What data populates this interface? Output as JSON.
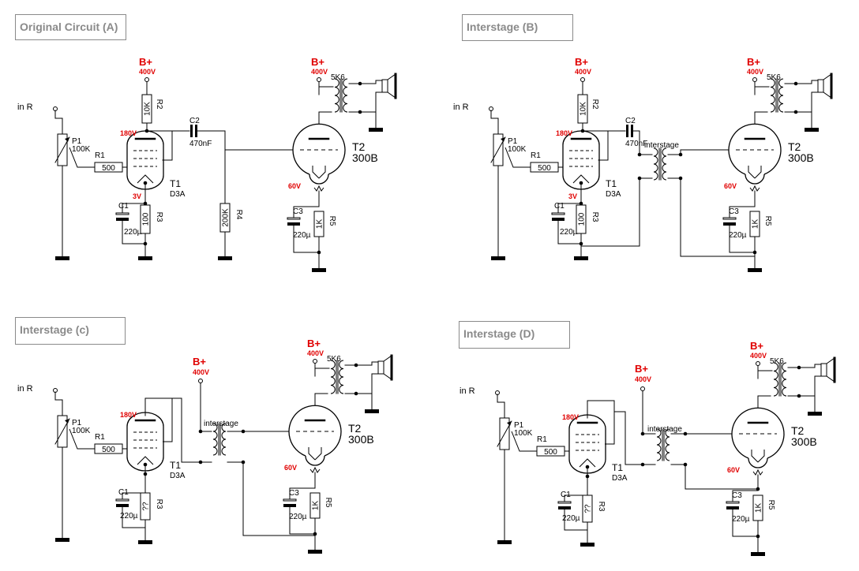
{
  "panels": [
    {
      "id": "A",
      "title": "Original Circuit (A)",
      "bplus": "B+",
      "bplus_v": "400V",
      "out_bplus": "B+",
      "out_bplus_v": "400V",
      "in_label": "in R",
      "p1": "P1",
      "p1_val": "100K",
      "r1": "R1",
      "r1_val": "500",
      "r2": "R2",
      "r2_val": "10K",
      "r3": "R3",
      "r3_val": "100",
      "r4": "R4",
      "r4_val": "200K",
      "r5": "R5",
      "r5_val": "1K",
      "c1": "C1",
      "c1_val": "220µ",
      "c2": "C2",
      "c2_val": "470nF",
      "c3": "C3",
      "c3_val": "220µ",
      "t1": "T1",
      "t1_type": "D3A",
      "t2": "T2",
      "t2_type": "300B",
      "xfmr": "5K6",
      "v_plate": "180V",
      "v_cath1": "3V",
      "v_cath2": "60V"
    },
    {
      "id": "B",
      "title": "Interstage (B)",
      "bplus": "B+",
      "bplus_v": "400V",
      "out_bplus": "B+",
      "out_bplus_v": "400V",
      "in_label": "in R",
      "p1": "P1",
      "p1_val": "100K",
      "r1": "R1",
      "r1_val": "500",
      "r2": "R2",
      "r2_val": "10K",
      "r3": "R3",
      "r3_val": "100",
      "r5": "R5",
      "r5_val": "1K",
      "c1": "C1",
      "c1_val": "220µ",
      "c2": "C2",
      "c2_val": "470nF",
      "c3": "C3",
      "c3_val": "220µ",
      "t1": "T1",
      "t1_type": "D3A",
      "t2": "T2",
      "t2_type": "300B",
      "xfmr": "5K6",
      "interstage": "interstage",
      "v_plate": "180V",
      "v_cath1": "3V",
      "v_cath2": "60V"
    },
    {
      "id": "C",
      "title": "Interstage (c)",
      "bplus": "B+",
      "bplus_v": "400V",
      "out_bplus": "B+",
      "out_bplus_v": "400V",
      "in_label": "in R",
      "p1": "P1",
      "p1_val": "100K",
      "r1": "R1",
      "r1_val": "500",
      "r3": "R3",
      "r3_val": "??",
      "r5": "R5",
      "r5_val": "1K",
      "c1": "C1",
      "c1_val": "220µ",
      "c3": "C3",
      "c3_val": "220µ",
      "t1": "T1",
      "t1_type": "D3A",
      "t2": "T2",
      "t2_type": "300B",
      "xfmr": "5K6",
      "interstage": "interstage",
      "v_plate": "180V",
      "v_cath2": "60V"
    },
    {
      "id": "D",
      "title": "Interstage (D)",
      "bplus": "B+",
      "bplus_v": "400V",
      "out_bplus": "B+",
      "out_bplus_v": "400V",
      "in_label": "in R",
      "p1": "P1",
      "p1_val": "100K",
      "r1": "R1",
      "r1_val": "500",
      "r3": "R3",
      "r3_val": "??",
      "r5": "R5",
      "r5_val": "1K",
      "c1": "C1",
      "c1_val": "220µ",
      "c3": "C3",
      "c3_val": "220µ",
      "t1": "T1",
      "t1_type": "D3A",
      "t2": "T2",
      "t2_type": "300B",
      "xfmr": "5K6",
      "interstage": "interstage",
      "v_plate": "180V",
      "v_cath2": "60V"
    }
  ]
}
